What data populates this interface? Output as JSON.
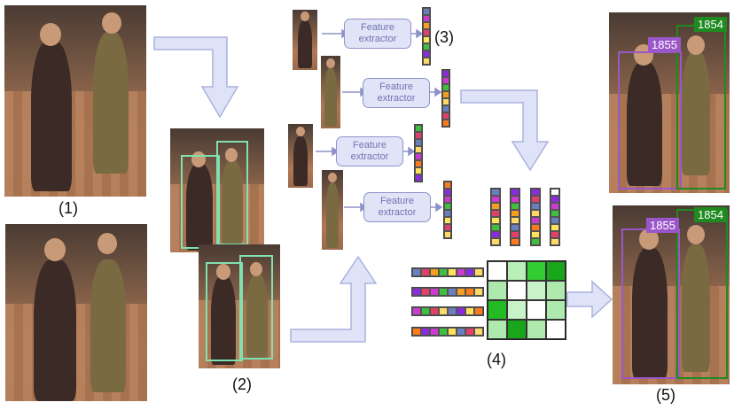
{
  "labels": {
    "step1": "(1)",
    "step2": "(2)",
    "step3": "(3)",
    "step4": "(4)",
    "step5": "(5)"
  },
  "feature_extractor": {
    "text": "Feature\nextractor",
    "line1": "Feature",
    "line2": "extractor"
  },
  "track_ids": {
    "left": "1855",
    "right": "1854"
  },
  "colors": {
    "left_track": "#9b57c9",
    "right_track": "#1f8a1f",
    "crop_box": "#7fe0b0",
    "arrow_fill": "#dfe3f7",
    "arrow_stroke": "#aab2de",
    "fe_border": "#8d93c9",
    "fe_fill": "#e1e4f6"
  },
  "vector_palette": [
    "#6a7fc0",
    "#cc3ad0",
    "#f59e20",
    "#e0406a",
    "#ffe25a",
    "#3fbf3f",
    "#8a2be2",
    "#ff7a1a",
    "#3aa64c",
    "#ffd966"
  ],
  "similarity_matrix": [
    [
      "#ffffff",
      "#b8f0b8",
      "#33cc33",
      "#1aa61a"
    ],
    [
      "#aeeaae",
      "#ffffff",
      "#c8f2c8",
      "#aeeaae"
    ],
    [
      "#22bb22",
      "#c8f2c8",
      "#ffffff",
      "#aeeaae"
    ],
    [
      "#aeeaae",
      "#1aa61a",
      "#aeeaae",
      "#ffffff"
    ]
  ]
}
